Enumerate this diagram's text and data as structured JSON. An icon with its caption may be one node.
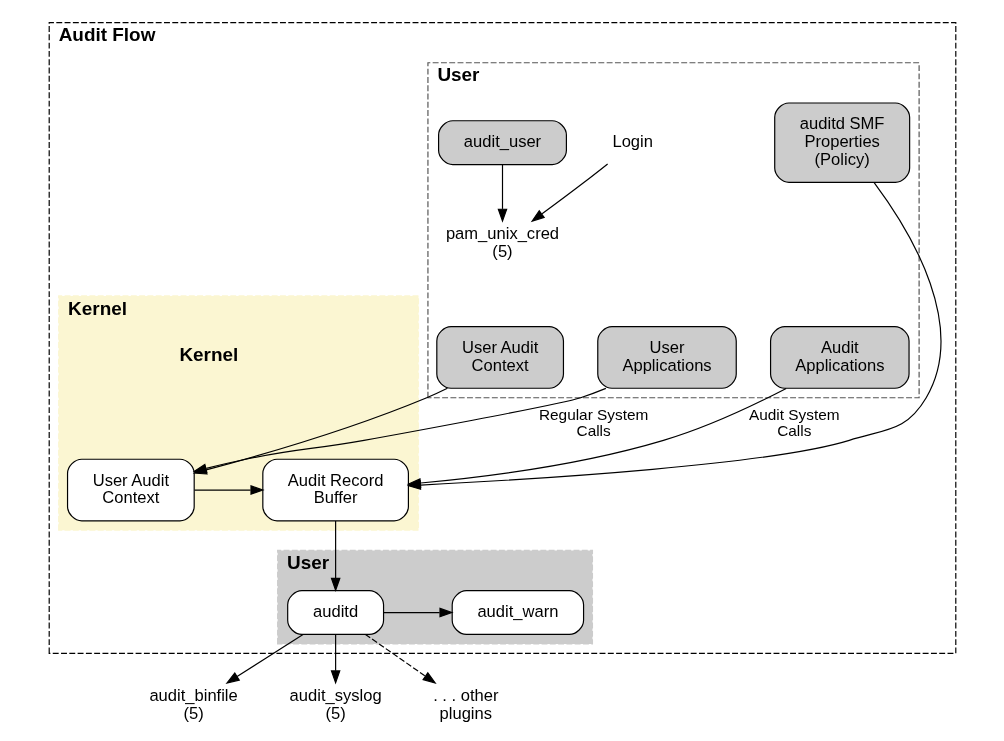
{
  "diagram": {
    "nodes": [
      {
        "text": [
          "Audit Flow"
        ]
      },
      {
        "text": [
          "User"
        ],
        "in": 0
      },
      {
        "text": [
          "Kernel",
          "Kernel"
        ],
        "in": 0
      },
      {
        "text": [
          "User"
        ],
        "in": 0
      },
      {
        "text": [
          "Login"
        ],
        "in": 1
      },
      {
        "text": [
          "audit_user"
        ],
        "in": 1
      },
      {
        "text": [
          "auditd SMF Properties (Policy)"
        ],
        "in": 1
      },
      {
        "text": [
          "pam_unix_cred (5)"
        ],
        "in": 1
      },
      {
        "text": [
          "User Audit Context"
        ],
        "in": 1
      },
      {
        "text": [
          "User Applications"
        ],
        "in": 1
      },
      {
        "text": [
          "Audit Applications"
        ],
        "in": 1
      },
      {
        "text": [
          "User Audit Context"
        ],
        "in": 2
      },
      {
        "text": [
          "Audit Record Buffer"
        ],
        "in": 2
      },
      {
        "text": [
          "audit_warn"
        ],
        "in": 3
      },
      {
        "text": [
          "auditd"
        ],
        "in": 3
      },
      {
        "text": [
          "audit_binfile (5)"
        ]
      },
      {
        "text": [
          "audit_syslog (5)"
        ]
      },
      {
        "text": [
          ". . . other plugins"
        ]
      }
    ],
    "edges": [
      {
        "from": 4,
        "to": 7,
        "arrow": "to"
      },
      {
        "from": 5,
        "to": 7,
        "arrow": "to"
      },
      {
        "from": 8,
        "to": 11,
        "arrow": "to"
      },
      {
        "from": 9,
        "to": 11,
        "arrow": "to",
        "label": "Regular System Calls"
      },
      {
        "from": 6,
        "to": 12,
        "arrow": "to"
      },
      {
        "from": 10,
        "to": 12,
        "arrow": "to",
        "label": "Audit System Calls"
      },
      {
        "from": 11,
        "to": 12,
        "arrow": "to"
      },
      {
        "from": 12,
        "to": 14,
        "arrow": "to"
      },
      {
        "from": 14,
        "to": 13,
        "arrow": "to"
      },
      {
        "from": 14,
        "to": 15,
        "arrow": "to"
      },
      {
        "from": 14,
        "to": 16,
        "arrow": "to"
      },
      {
        "from": 14,
        "to": 17,
        "arrow": "to",
        "style": "dashed"
      }
    ]
  }
}
